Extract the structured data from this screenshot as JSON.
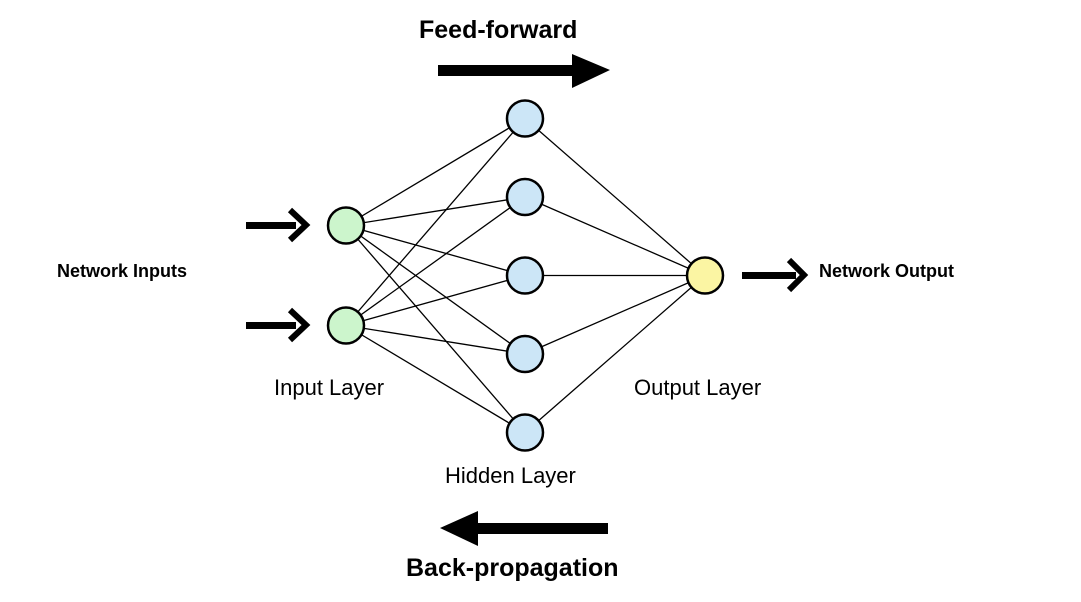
{
  "diagram": {
    "title_top": "Feed-forward",
    "title_bottom": "Back-propagation",
    "labels": {
      "network_inputs": "Network Inputs",
      "network_output": "Network Output",
      "input_layer": "Input Layer",
      "hidden_layer": "Hidden Layer",
      "output_layer": "Output Layer"
    },
    "layers": [
      {
        "name": "input",
        "nodes": 2,
        "color": "#ccf5cc"
      },
      {
        "name": "hidden",
        "nodes": 5,
        "color": "#cce6f7"
      },
      {
        "name": "output",
        "nodes": 1,
        "color": "#fbf5a3"
      }
    ],
    "connections": "fully-connected",
    "stroke_color": "#000000"
  }
}
